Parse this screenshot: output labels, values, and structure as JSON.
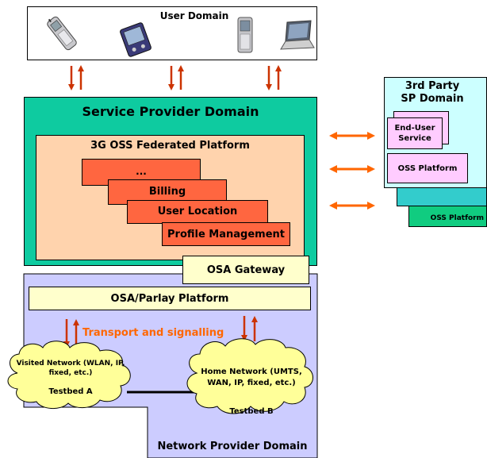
{
  "user_domain": {
    "title": "User Domain",
    "devices": [
      "mobile-phone-icon",
      "pda-icon",
      "smartphone-icon",
      "laptop-icon"
    ]
  },
  "service_provider": {
    "title": "Service Provider Domain",
    "platform_title": "3G OSS Federated Platform",
    "stack": [
      "...",
      "Billing",
      "User Location",
      "Profile Management"
    ]
  },
  "osa_gateway": "OSA Gateway",
  "osa_parlay": "OSA/Parlay Platform",
  "transport_label": "Transport and signalling",
  "third_party": {
    "title_line1": "3rd Party",
    "title_line2": "SP Domain",
    "end_user_line1": "End-User",
    "end_user_line2": "Service",
    "oss_platform": "OSS Platform",
    "back_label": "OSS Platform"
  },
  "visited_network": {
    "line1": "Visited Network (WLAN, IP,",
    "line2": "fixed, etc.)",
    "testbed": "Testbed A"
  },
  "home_network": {
    "line1": "Home Network (UMTS,",
    "line2": "WAN, IP, fixed, etc.)",
    "testbed": "Testbed B"
  },
  "network_provider": "Network Provider Domain",
  "colors": {
    "service_provider": "#0ecba0",
    "oss_platform_bg": "#ffd3ad",
    "stack_box": "#ff6640",
    "gateway": "#ffffcc",
    "network_provider": "#ccccff",
    "third_party_front": "#ccffff",
    "third_party_mid": "#33cccc",
    "third_party_back": "#10cc80",
    "end_user": "#ffccff",
    "cloud": "#ffff99",
    "vertical_arrow": "#cc3300",
    "horizontal_arrow": "#ff6600",
    "transport_text": "#ff6600"
  }
}
